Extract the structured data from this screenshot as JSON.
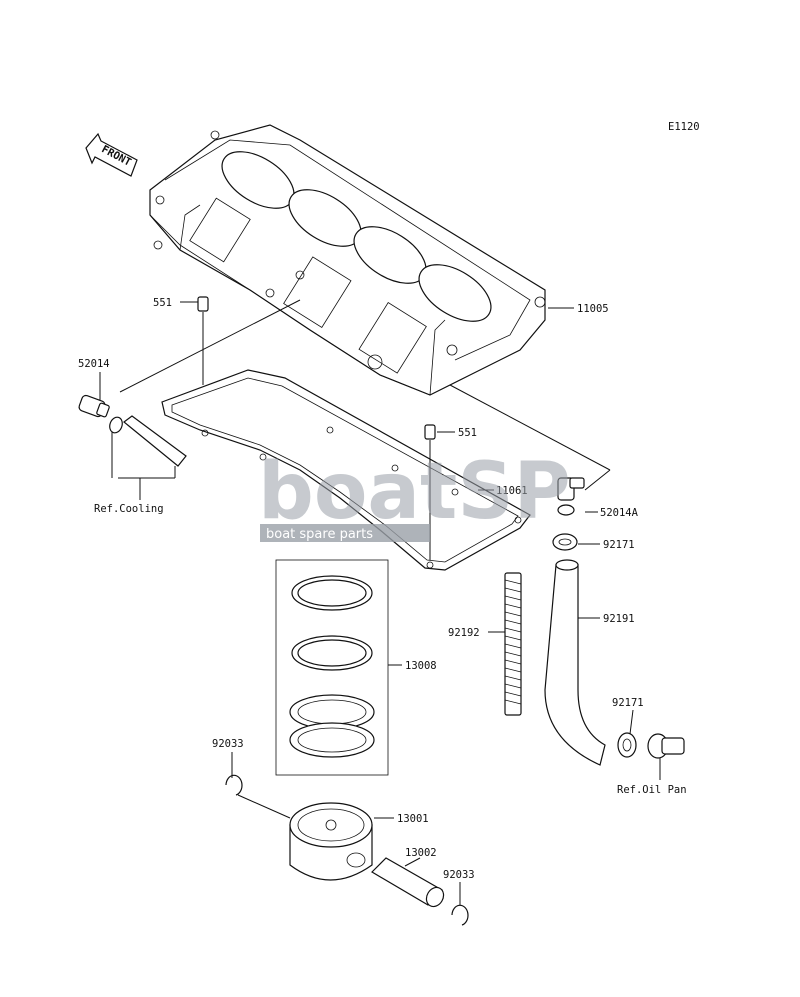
{
  "figure_code": "E1120",
  "front_arrow_label": "FRONT",
  "watermark": {
    "brand": "boatSP",
    "tagline": "boat spare parts"
  },
  "callouts": {
    "cylinder": "11005",
    "dowel_upper": "551",
    "dowel_lower": "551",
    "fitting_left": "52014",
    "fitting_right": "52014A",
    "gasket": "11061",
    "clamp_upper": "92171",
    "clamp_lower": "92171",
    "hose": "92191",
    "stud": "92192",
    "ring_set": "13008",
    "piston": "13001",
    "pin": "13002",
    "circlip_left": "92033",
    "circlip_right": "92033"
  },
  "refs": {
    "cooling": "Ref.Cooling",
    "oil_pan": "Ref.Oil Pan"
  }
}
